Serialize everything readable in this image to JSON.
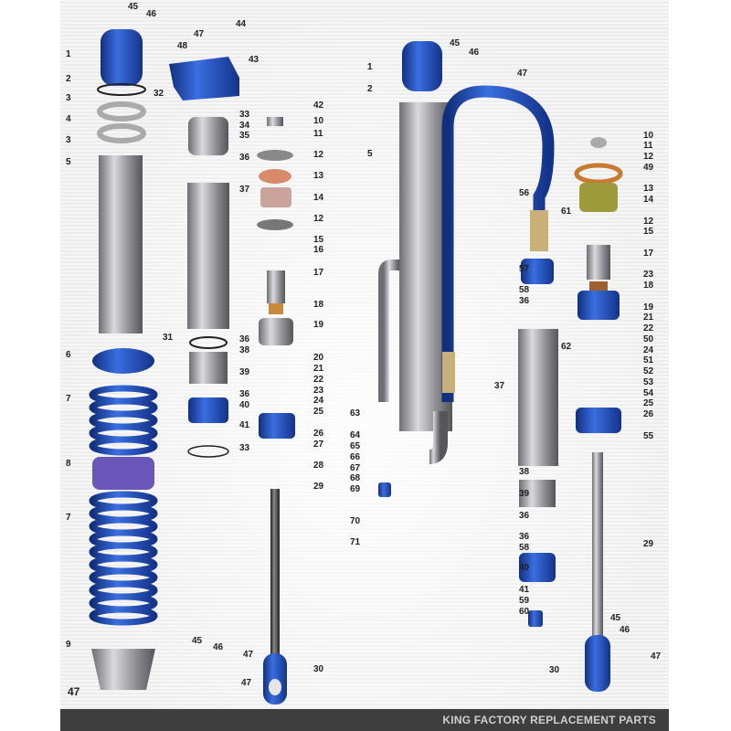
{
  "footer": {
    "title": "KING FACTORY REPLACEMENT PARTS"
  },
  "page_number": "47",
  "colors": {
    "part_blue": "#1f4fb8",
    "spring_blue": "#3a4fd0",
    "metal": "#9a9aa0",
    "footer_bg": "#3e3e3e"
  },
  "labels": [
    "1",
    "2",
    "3",
    "4",
    "3",
    "5",
    "6",
    "7",
    "8",
    "7",
    "9",
    "45",
    "46",
    "47",
    "48",
    "44",
    "43",
    "32",
    "31",
    "33",
    "34",
    "35",
    "36",
    "37",
    "36",
    "38",
    "39",
    "36",
    "40",
    "41",
    "33",
    "42",
    "10",
    "11",
    "12",
    "13",
    "14",
    "12",
    "15",
    "16",
    "17",
    "18",
    "19",
    "20",
    "21",
    "22",
    "23",
    "24",
    "25",
    "26",
    "27",
    "28",
    "29",
    "30",
    "45",
    "46",
    "47",
    "47",
    "1",
    "2",
    "5",
    "45",
    "46",
    "47",
    "56",
    "57",
    "58",
    "36",
    "37",
    "63",
    "64",
    "65",
    "66",
    "67",
    "68",
    "69",
    "70",
    "71",
    "38",
    "39",
    "36",
    "36",
    "58",
    "40",
    "41",
    "59",
    "60",
    "10",
    "11",
    "12",
    "49",
    "13",
    "14",
    "61",
    "12",
    "15",
    "17",
    "23",
    "18",
    "19",
    "21",
    "22",
    "62",
    "50",
    "24",
    "51",
    "52",
    "53",
    "54",
    "25",
    "26",
    "55",
    "29",
    "45",
    "46",
    "47",
    "30"
  ]
}
